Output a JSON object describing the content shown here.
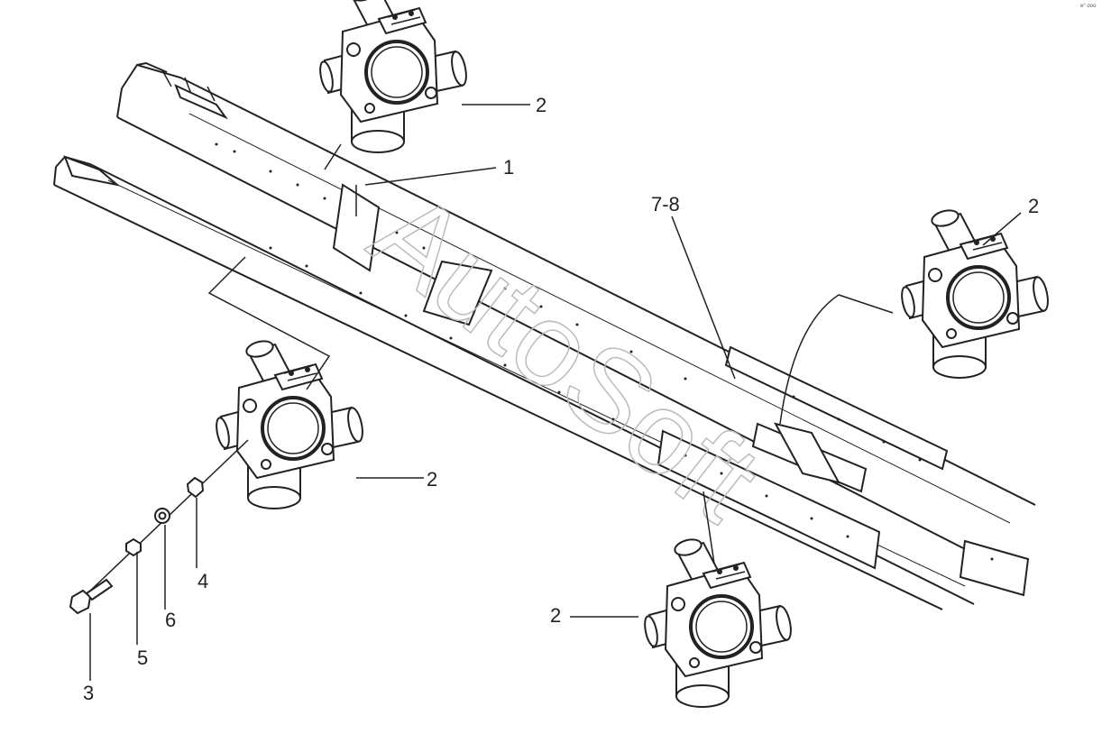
{
  "watermark": "AutoSoft",
  "corner_mark": "e° ооо",
  "callouts": {
    "c1": "1",
    "c2_top": "2",
    "c2_right": "2",
    "c2_left": "2",
    "c2_bottom": "2",
    "c3": "3",
    "c4": "4",
    "c5": "5",
    "c6": "6",
    "c78": "7-8"
  },
  "colors": {
    "line": "#222222",
    "watermark": "#cccccc"
  }
}
